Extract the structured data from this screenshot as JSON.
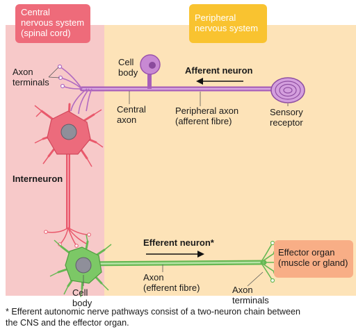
{
  "regions": {
    "cns": "Central\nnervous system\n(spinal cord)",
    "pns": "Peripheral\nnervous system"
  },
  "labels": {
    "axon_terminals_top": "Axon\nterminals",
    "cell_body_top": "Cell\nbody",
    "afferent_neuron": "Afferent neuron",
    "central_axon": "Central\naxon",
    "peripheral_axon": "Peripheral axon\n(afferent fibre)",
    "sensory_receptor": "Sensory\nreceptor",
    "interneuron": "Interneuron",
    "efferent_neuron": "Efferent neuron*",
    "effector_organ": "Effector organ\n(muscle or gland)",
    "axon_efferent": "Axon\n(efferent fibre)",
    "axon_terminals_bottom": "Axon\nterminals",
    "cell_body_bottom": "Cell\nbody"
  },
  "footnote": "* Efferent autonomic nerve pathways consist of a two-neuron chain between\n  the CNS and the effector organ.",
  "colors": {
    "cns_bg": "#f7c9c9",
    "pns_bg": "#fde3b8",
    "cns_box": "#ee6b7a",
    "pns_box": "#f9c330",
    "effector_box": "#f8ae86",
    "afferent": "#b16ac1",
    "interneuron": "#ea5a6e",
    "efferent": "#71c25b"
  }
}
